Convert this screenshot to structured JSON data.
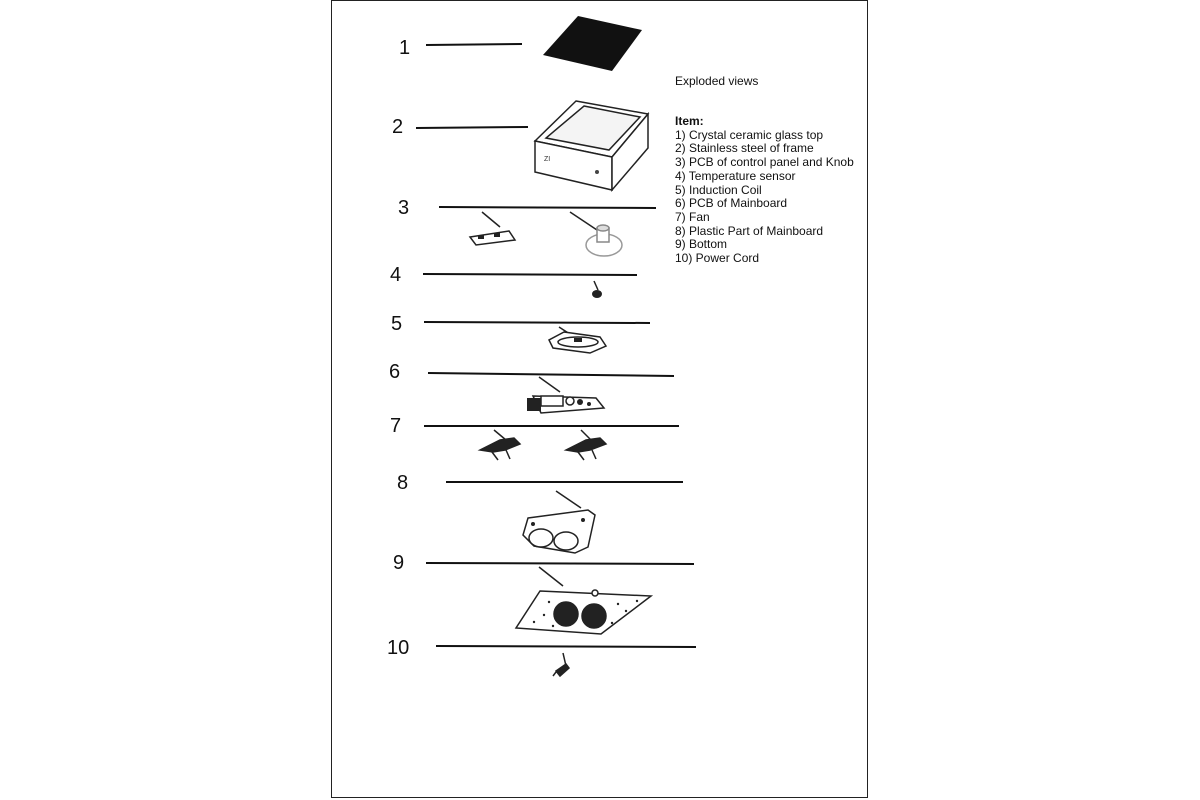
{
  "header": {
    "title": "Exploded views"
  },
  "legend": {
    "heading": "Item:",
    "items": [
      "1) Crystal ceramic glass top",
      "2) Stainless steel of frame",
      "3) PCB of control panel and Knob",
      "4) Temperature sensor",
      "5) Induction Coil",
      "6) PCB of Mainboard",
      "7) Fan",
      "8) Plastic Part of Mainboard",
      "9) Bottom",
      "10) Power Cord"
    ]
  },
  "numbers": [
    "1",
    "2",
    "3",
    "4",
    "5",
    "6",
    "7",
    "8",
    "9",
    "10"
  ],
  "colors": {
    "line": "#111111",
    "part": "#222222",
    "border": "#222222"
  }
}
